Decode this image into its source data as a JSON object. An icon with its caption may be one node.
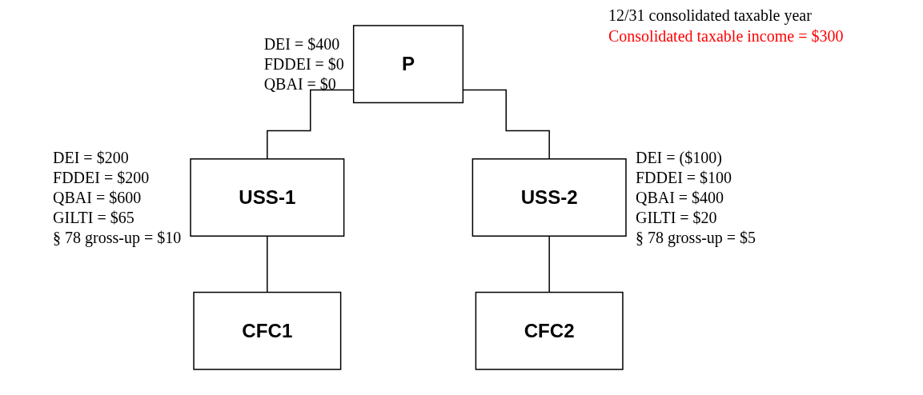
{
  "diagram": {
    "nodes": [
      {
        "text": [
          "P"
        ],
        "beside": [
          "DEI = $400",
          "FDDEI = $0",
          "QBAI = $0"
        ]
      },
      {
        "text": [
          "USS-1"
        ],
        "beside": [
          "DEI = $200",
          "FDDEI = $200",
          "QBAI = $600",
          "GILTI = $65",
          "§ 78 gross-up = $10"
        ]
      },
      {
        "text": [
          "USS-2"
        ],
        "beside": [
          "DEI = ($100)",
          "FDDEI = $100",
          "QBAI = $400",
          "GILTI = $20",
          "§ 78 gross-up = $5"
        ]
      },
      {
        "text": [
          "CFC1"
        ]
      },
      {
        "text": [
          "CFC2"
        ]
      }
    ],
    "edges": [
      {
        "from": 0,
        "to": 1,
        "arrow": "none"
      },
      {
        "from": 0,
        "to": 2,
        "arrow": "none"
      },
      {
        "from": 1,
        "to": 3,
        "arrow": "none"
      },
      {
        "from": 2,
        "to": 4,
        "arrow": "none"
      }
    ],
    "labels": [
      "12/31 consolidated taxable year",
      "Consolidated taxable income = $300"
    ]
  }
}
